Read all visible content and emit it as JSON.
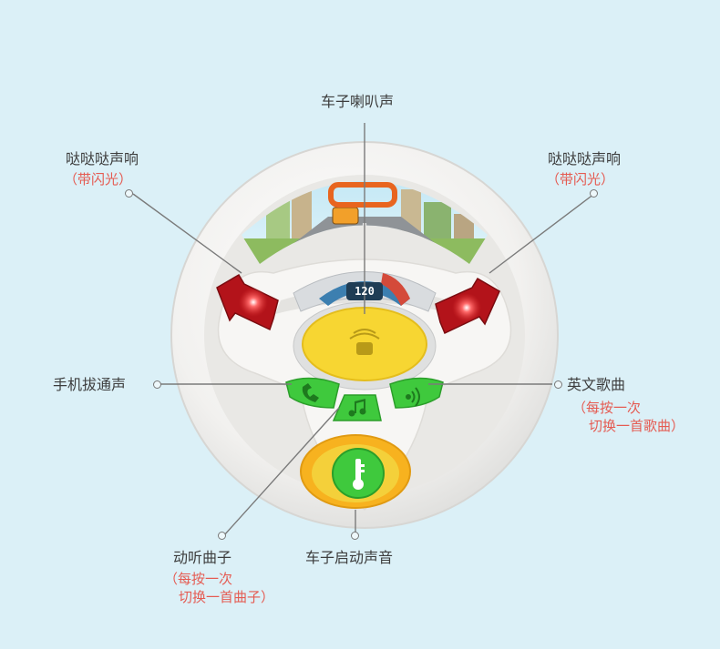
{
  "callouts": {
    "horn": {
      "label": "车子喇叭声"
    },
    "left_signal": {
      "label": "哒哒哒声响",
      "note": "（带闪光）"
    },
    "right_signal": {
      "label": "哒哒哒声响",
      "note": "（带闪光）"
    },
    "phone_dial": {
      "label": "手机拔通声"
    },
    "english_songs": {
      "label": "英文歌曲",
      "note_line1": "（每按一次",
      "note_line2": "切换一首歌曲）"
    },
    "music_tunes": {
      "label": "动听曲子",
      "note_line1": "（每按一次",
      "note_line2": "切换一首曲子）"
    },
    "car_start": {
      "label": "车子启动声音"
    }
  },
  "dashboard": {
    "speed_readout": "120"
  },
  "colors": {
    "background": "#dbf0f7",
    "wheel": "#f4f3f1",
    "horn_button": "#f7d632",
    "green_button": "#3fc93d",
    "orange_ring": "#f7b21f",
    "signal_red": "#d62b2b",
    "note_red": "#e55b52",
    "line": "#7a7a7a"
  },
  "icons": [
    "horn-icon",
    "phone-icon",
    "music-note-icon",
    "sound-waves-icon",
    "ignition-key-icon",
    "left-arrow-light-icon",
    "right-arrow-light-icon"
  ]
}
